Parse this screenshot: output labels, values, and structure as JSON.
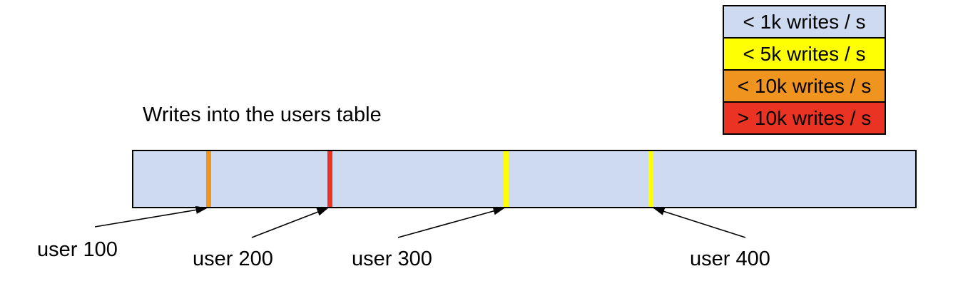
{
  "title": "Writes into the users table",
  "legend": {
    "items": [
      {
        "label": "< 1k writes / s",
        "color": "#cedaef"
      },
      {
        "label": "< 5k writes / s",
        "color": "#ffff04"
      },
      {
        "label": "< 10k writes / s",
        "color": "#ef941f"
      },
      {
        "label": "> 10k writes / s",
        "color": "#ea3323"
      }
    ]
  },
  "table_bar": {
    "fill_color": "#cedaef",
    "border_color": "#000000",
    "markers": [
      {
        "label": "user 100",
        "stripe_color": "#ef941f",
        "legend_level": "< 10k writes / s",
        "position_pct": 9.6
      },
      {
        "label": "user 200",
        "stripe_color": "#ea3323",
        "legend_level": "> 10k writes / s",
        "position_pct": 25.1
      },
      {
        "label": "user 300",
        "stripe_color": "#ffff04",
        "legend_level": "< 5k writes / s",
        "position_pct": 47.7
      },
      {
        "label": "user 400",
        "stripe_color": "#ffff04",
        "legend_level": "< 5k writes / s",
        "position_pct": 66.2
      }
    ]
  }
}
